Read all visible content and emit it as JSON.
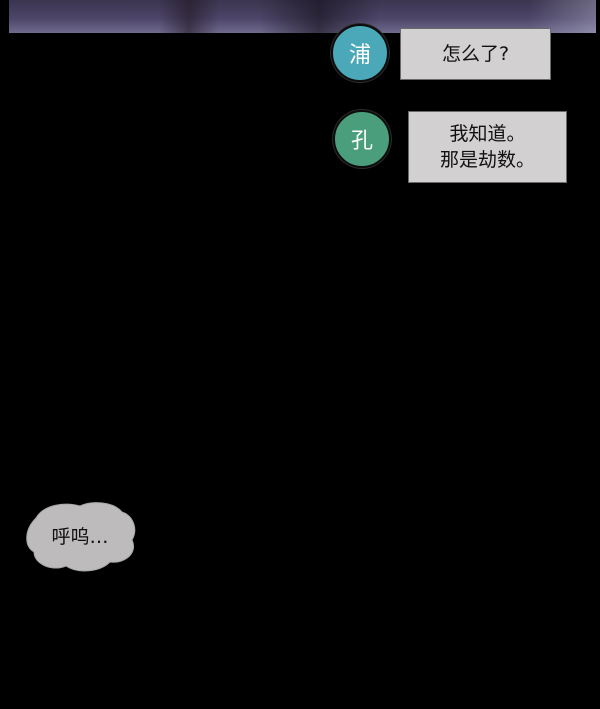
{
  "panel": {
    "description_colors": {
      "background": "#000000",
      "top_art": "#4c4568",
      "speech_fill": "#d3d0d2"
    }
  },
  "dialogue": [
    {
      "speaker": "浦",
      "avatar_color": "#4aa8b8",
      "lines": [
        "怎么了?"
      ]
    },
    {
      "speaker": "孔",
      "avatar_color": "#4a9e7c",
      "lines": [
        "我知道。",
        "那是劫数。"
      ]
    }
  ],
  "sfx": {
    "text": "呼呜…"
  }
}
